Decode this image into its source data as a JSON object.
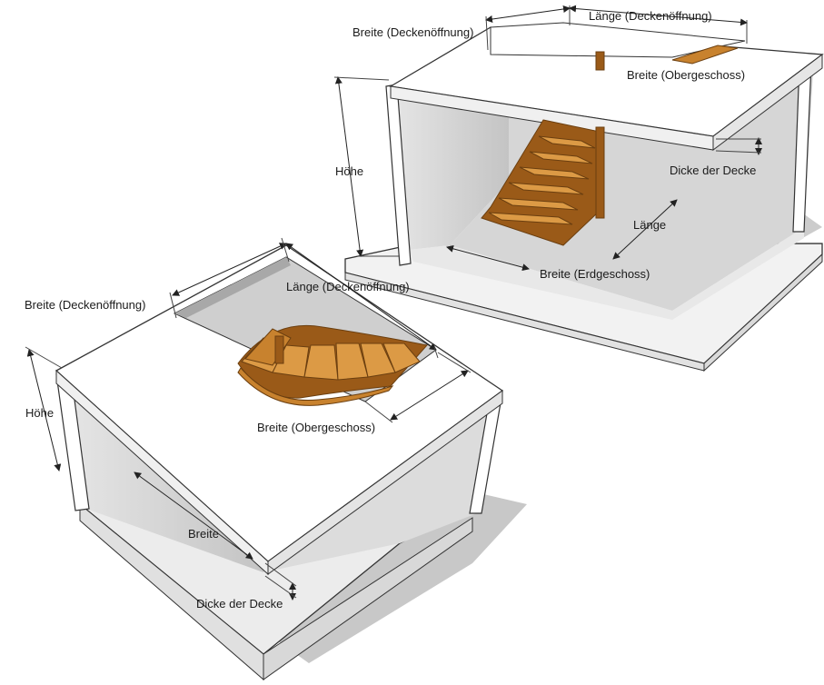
{
  "top_diagram": {
    "labels": {
      "breite_deckenoeffnung": "Breite (Deckenöffnung)",
      "laenge_deckenoeffnung": "Länge (Deckenöffnung)",
      "breite_obergeschoss": "Breite (Obergeschoss)",
      "hoehe": "Höhe",
      "dicke_der_decke": "Dicke der Decke",
      "laenge": "Länge",
      "breite_erdgeschoss": "Breite (Erdgeschoss)"
    }
  },
  "bottom_diagram": {
    "labels": {
      "breite_deckenoeffnung": "Breite (Deckenöffnung)",
      "laenge_deckenoeffnung": "Länge (Deckenöffnung)",
      "hoehe": "Höhe",
      "breite_obergeschoss": "Breite (Obergeschoss)",
      "breite": "Breite",
      "dicke_der_decke": "Dicke der Decke"
    }
  },
  "colors": {
    "slab_top": "#ffffff",
    "wall_shade": "#d4d4d4",
    "floor_shadow": "#c8c8c8",
    "wood": "#c8822e"
  }
}
